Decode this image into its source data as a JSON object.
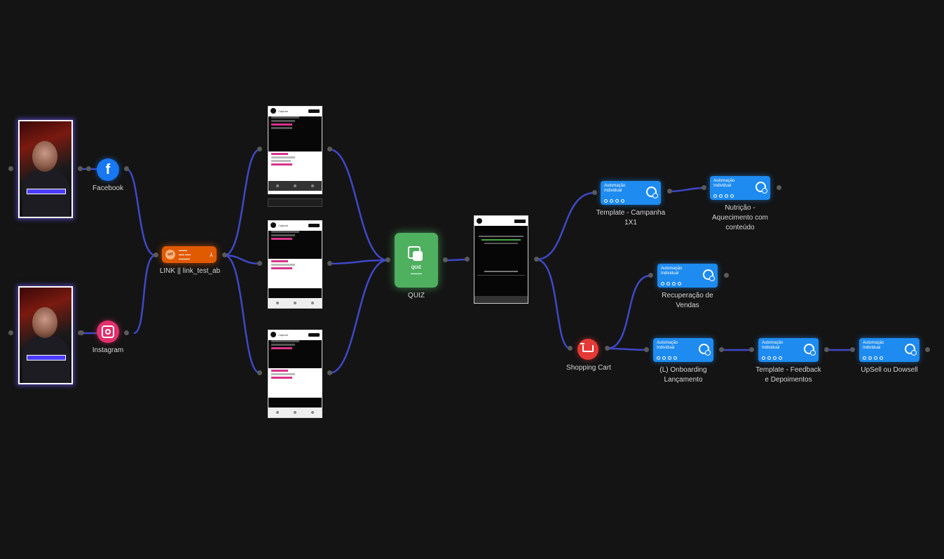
{
  "sources": {
    "facebook": {
      "label": "Facebook",
      "icon": "facebook-icon",
      "color": "#1877f2"
    },
    "instagram": {
      "label": "Instagram",
      "icon": "instagram-icon",
      "color": "#e1306c"
    }
  },
  "link_node": {
    "label": "LINK || link_test_ab",
    "color": "#e05a00"
  },
  "pages": [
    {
      "name": "Capture"
    },
    {
      "name": "Capture"
    },
    {
      "name": "Capture"
    }
  ],
  "quiz": {
    "label": "QUIZ",
    "title": "QUIZ",
    "color": "#4fb060"
  },
  "cart": {
    "label": "Shopping Cart",
    "color": "#e53935"
  },
  "automation_title": "Automação Individual",
  "automations": [
    {
      "id": "template-campanha",
      "label": "Template - Campanha 1X1"
    },
    {
      "id": "nutricao",
      "label": "Nutrição - Aquecimento com conteúdo"
    },
    {
      "id": "recuperacao",
      "label": "Recuperação de Vendas"
    },
    {
      "id": "onboarding",
      "label": "(L) Onboarding Lançamento"
    },
    {
      "id": "feedback",
      "label": "Template - Feedback e Depoimentos"
    },
    {
      "id": "upsell",
      "label": "UpSell ou Dowsell"
    }
  ],
  "colors": {
    "background": "#141414",
    "connector": "#3f48c8",
    "automation": "#1e8bf0"
  }
}
